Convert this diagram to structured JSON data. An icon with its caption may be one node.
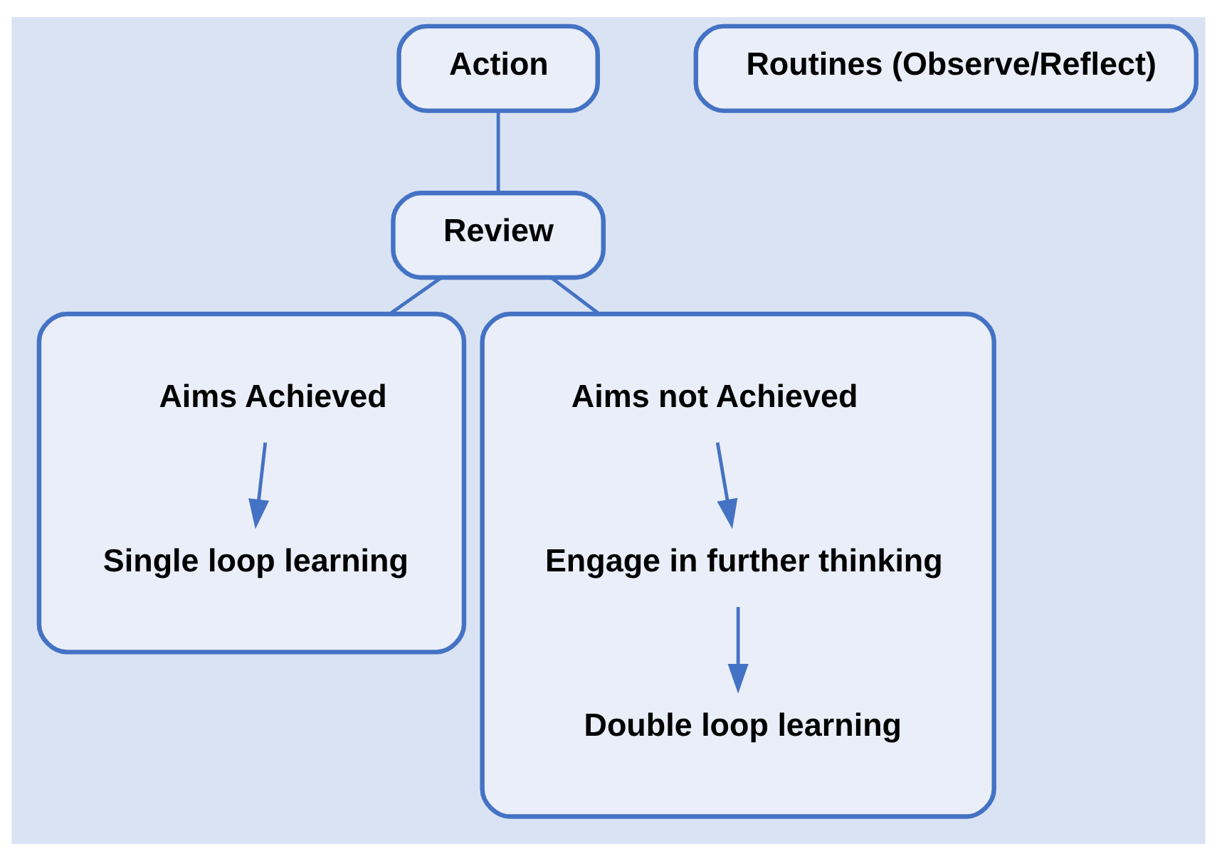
{
  "diagram": {
    "nodes": [
      {
        "text": [
          "Action"
        ]
      },
      {
        "text": [
          "Routines (Observe/Reflect)"
        ]
      },
      {
        "text": [
          "Review"
        ]
      },
      {
        "text": [],
        "shape": "box"
      },
      {
        "text": [
          "Aims Achieved"
        ],
        "in": 3
      },
      {
        "text": [
          "Single loop learning"
        ],
        "in": 3
      },
      {
        "text": [],
        "shape": "box"
      },
      {
        "text": [
          "Aims not Achieved"
        ],
        "in": 6
      },
      {
        "text": [
          "Engage in further thinking"
        ],
        "in": 6
      },
      {
        "text": [
          "Double loop learning"
        ],
        "in": 6
      }
    ],
    "edges": [
      {
        "from": 0,
        "to": 2,
        "arrow": "none"
      },
      {
        "from": 2,
        "to": 3,
        "arrow": "none"
      },
      {
        "from": 2,
        "to": 6,
        "arrow": "none"
      },
      {
        "from": 4,
        "to": 5,
        "arrow": "to"
      },
      {
        "from": 7,
        "to": 8,
        "arrow": "to"
      },
      {
        "from": 8,
        "to": 9,
        "arrow": "to"
      }
    ]
  }
}
